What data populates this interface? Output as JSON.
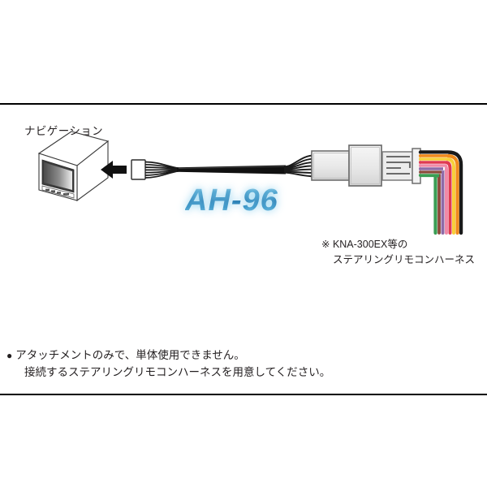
{
  "page": {
    "background_color": "#ffffff",
    "rule_color": "#000000"
  },
  "diagram": {
    "nav_caption": "ナビゲーション",
    "arrow_icon": "left-arrow-icon",
    "product_logo": "AH-96",
    "product_logo_color_top": "#bfe3f2",
    "product_logo_color_mid": "#1b6fa8",
    "product_logo_glow_color": "#96d7f0",
    "nav_unit": {
      "name": "navigation-unit",
      "body_color": "#ffffff",
      "outline_color": "#3a3a3a",
      "screen_gradient_from": "#4a4a4a",
      "screen_gradient_to": "#e8e8e8"
    },
    "cable": {
      "main_cable_color": "#111111",
      "connector_housing_color": "#ececec",
      "connector_border_color": "#6e6e6e"
    },
    "wire_colors": [
      "#1a1a1a",
      "#f0a500",
      "#ffd400",
      "#e8457a",
      "#f06292",
      "#8e5fa8",
      "#e05a3c",
      "#2f9e44"
    ]
  },
  "harness_note": {
    "line1": "※ KNA-300EX等の",
    "line2": "ステアリングリモコンハーネス"
  },
  "usage_notes": {
    "bullet": "●",
    "line1": "アタッチメントのみで、単体使用できません。",
    "line2": "接続するステアリングリモコンハーネスを用意してください。"
  }
}
